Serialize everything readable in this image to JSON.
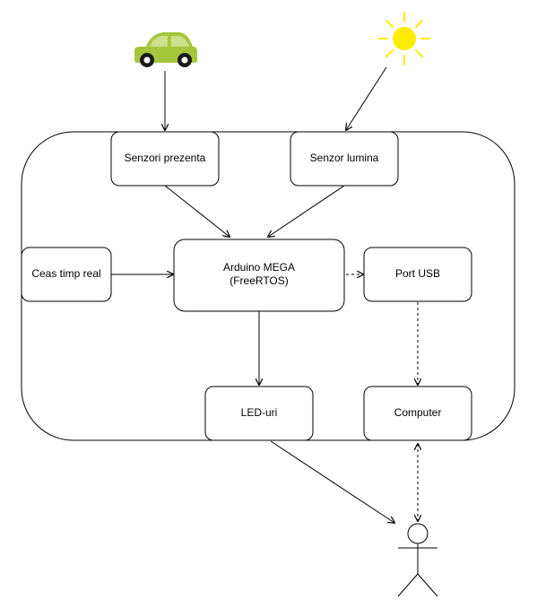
{
  "nodes": {
    "presence_sensors": "Senzori prezenta",
    "light_sensor": "Senzor lumina",
    "rtc": "Ceas timp real",
    "arduino_line1": "Arduino MEGA",
    "arduino_line2": "(FreeRTOS)",
    "usb_port": "Port USB",
    "leds": "LED-uri",
    "computer": "Computer"
  },
  "icons": {
    "car": "car-icon",
    "sun": "sun-icon",
    "user": "user-actor-icon"
  },
  "colors": {
    "car_body": "#a5c63b",
    "car_window": "#cddf8a",
    "car_wheel": "#1a1a1a",
    "sun_fill": "#ffec00",
    "sun_rays": "#ffec00",
    "stroke": "#000000"
  },
  "edges": [
    {
      "from": "car",
      "to": "presence_sensors",
      "style": "solid"
    },
    {
      "from": "sun",
      "to": "light_sensor",
      "style": "solid"
    },
    {
      "from": "presence_sensors",
      "to": "arduino",
      "style": "solid"
    },
    {
      "from": "light_sensor",
      "to": "arduino",
      "style": "solid"
    },
    {
      "from": "rtc",
      "to": "arduino",
      "style": "solid"
    },
    {
      "from": "arduino",
      "to": "usb_port",
      "style": "dashed"
    },
    {
      "from": "arduino",
      "to": "leds",
      "style": "solid"
    },
    {
      "from": "usb_port",
      "to": "computer",
      "style": "dashed"
    },
    {
      "from": "leds",
      "to": "user",
      "style": "solid"
    },
    {
      "from": "computer",
      "to": "user",
      "style": "dashed-bidirectional"
    }
  ]
}
